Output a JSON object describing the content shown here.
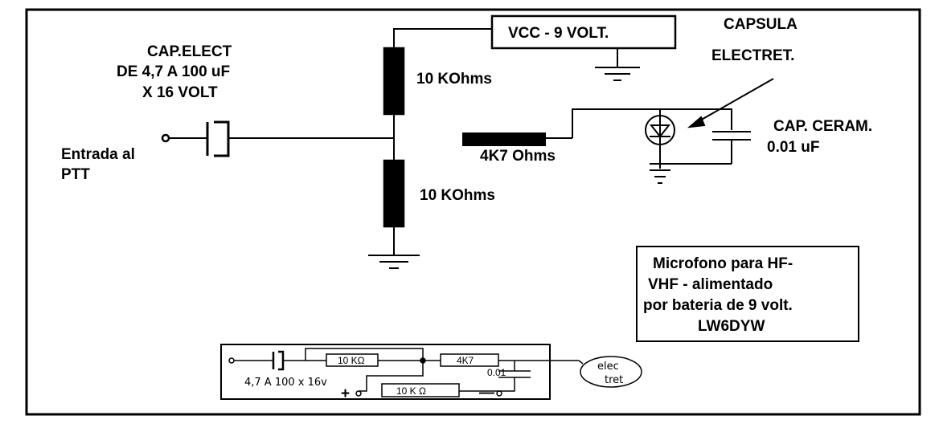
{
  "colors": {
    "ink": "#000000",
    "background": "#ffffff",
    "resistor_fill": "#9a9a9a"
  },
  "labels": {
    "cap_elect_line1": "CAP.ELECT",
    "cap_elect_line2": "DE 4,7  A  100 uF",
    "cap_elect_line3": "X 16 VOLT",
    "input_line1": "Entrada al",
    "input_line2": "PTT",
    "vcc_box": "VCC - 9  VOLT.",
    "r_top": "10 KOhms",
    "r_bottom": "10 KOhms",
    "r_series": "4K7 Ohms",
    "capsula_line1": "CAPSULA",
    "capsula_line2": "ELECTRET.",
    "ceramic_line1": "CAP. CERAM.",
    "ceramic_line2": "0.01 uF",
    "note_line1": "Microfono para HF-",
    "note_line2": "VHF - alimentado",
    "note_line3": "por bateria de 9 volt.",
    "note_line4": "LW6DYW"
  },
  "layout_sketch": {
    "r1": "10 KΩ",
    "r2": "10 K Ω",
    "r3": "4K7",
    "cap": "0.01",
    "elect_line1": "elec",
    "elect_line2": "tret",
    "cap_value": "4,7 A 100 x 16v",
    "plus": "+",
    "minus": "—"
  }
}
